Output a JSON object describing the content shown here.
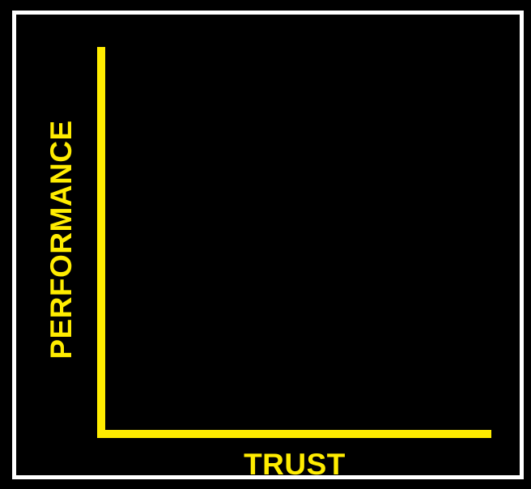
{
  "chart_data": {
    "type": "line",
    "title": "",
    "xlabel": "TRUST",
    "ylabel": "PERFORMANCE",
    "categories": [],
    "series": [],
    "x_range": null,
    "y_range": null,
    "grid": false,
    "legend": false,
    "notes": "Empty axes only — no data points, ticks, or gridlines are drawn"
  },
  "colors": {
    "background": "#000000",
    "axis_and_text": "#ffec00",
    "outer_border": "#ffffff"
  }
}
